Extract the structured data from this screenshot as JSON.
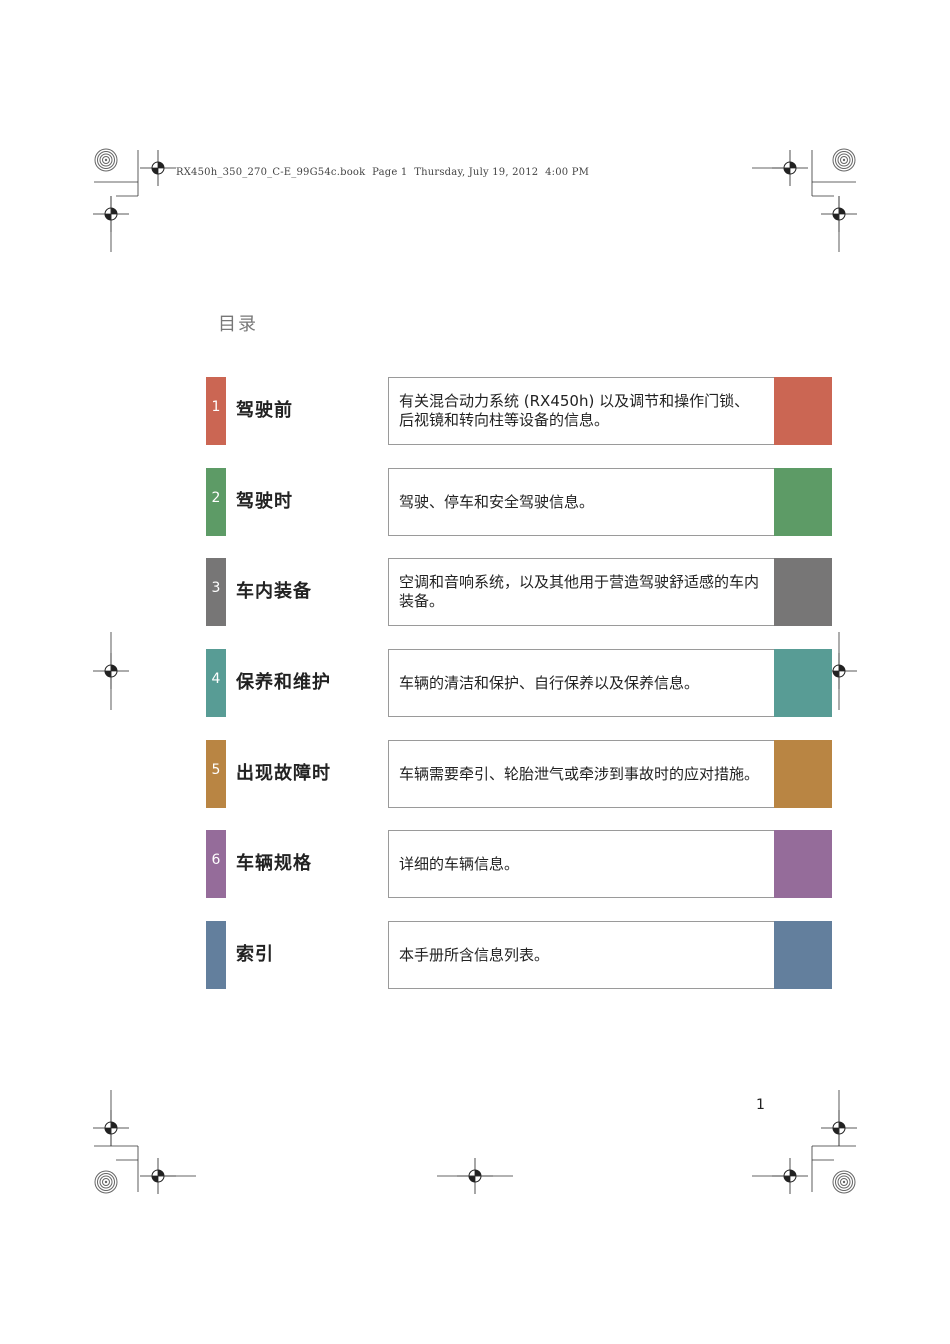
{
  "header": {
    "text": "RX450h_350_270_C-E_99G54c.book  Page 1  Thursday, July 19, 2012  4:00 PM"
  },
  "toc": {
    "title": "目录"
  },
  "chapters": [
    {
      "num": "1",
      "title": "驾驶前",
      "desc": "有关混合动力系统 (RX450h) 以及调节和操作门锁、后视镜和转向柱等设备的信息。",
      "color": "#cb6653"
    },
    {
      "num": "2",
      "title": "驾驶时",
      "desc": "驾驶、停车和安全驾驶信息。",
      "color": "#5d9b66"
    },
    {
      "num": "3",
      "title": "车内装备",
      "desc": "空调和音响系统，以及其他用于营造驾驶舒适感的车内装备。",
      "color": "#777676"
    },
    {
      "num": "4",
      "title": "保养和维护",
      "desc": "车辆的清洁和保护、自行保养以及保养信息。",
      "color": "#589c95"
    },
    {
      "num": "5",
      "title": "出现故障时",
      "desc": "车辆需要牵引、轮胎泄气或牵涉到事故时的应对措施。",
      "color": "#b98543"
    },
    {
      "num": "6",
      "title": "车辆规格",
      "desc": "详细的车辆信息。",
      "color": "#956c9a"
    },
    {
      "num": "",
      "title": "索引",
      "desc": "本手册所含信息列表。",
      "color": "#637f9d"
    }
  ],
  "page": {
    "number": "1"
  }
}
